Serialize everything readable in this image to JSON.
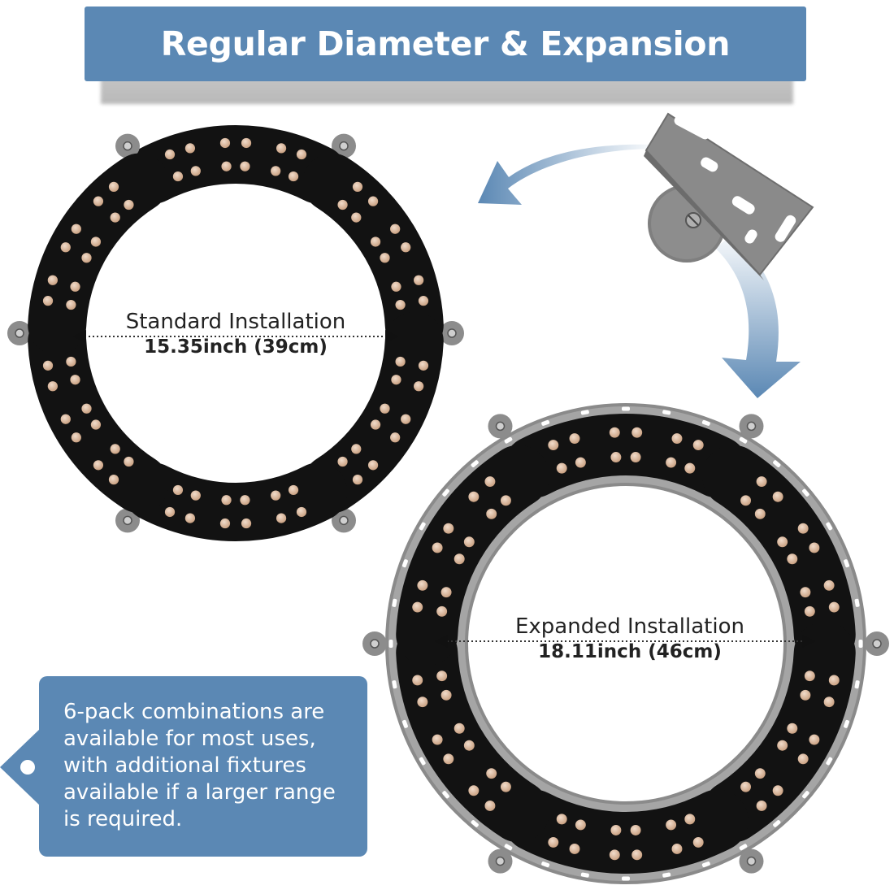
{
  "banner": {
    "title": "Regular Diameter & Expansion"
  },
  "standard": {
    "label": "Standard Installation",
    "dimension": "15.35inch (39cm)"
  },
  "expanded": {
    "label": "Expanded Installation",
    "dimension": "18.11inch (46cm)"
  },
  "note": {
    "text": "6-pack combinations are available for most uses, with additional fixtures available if a larger range is required."
  },
  "colors": {
    "accent": "#5b88b4",
    "panel": "#121212",
    "led": "#d9b79a",
    "bracket": "#8a8a8a",
    "arrow": "#5b88b4"
  },
  "icons": {
    "bracket": "mounting-bracket-icon",
    "arrow": "curved-arrow-icon"
  }
}
